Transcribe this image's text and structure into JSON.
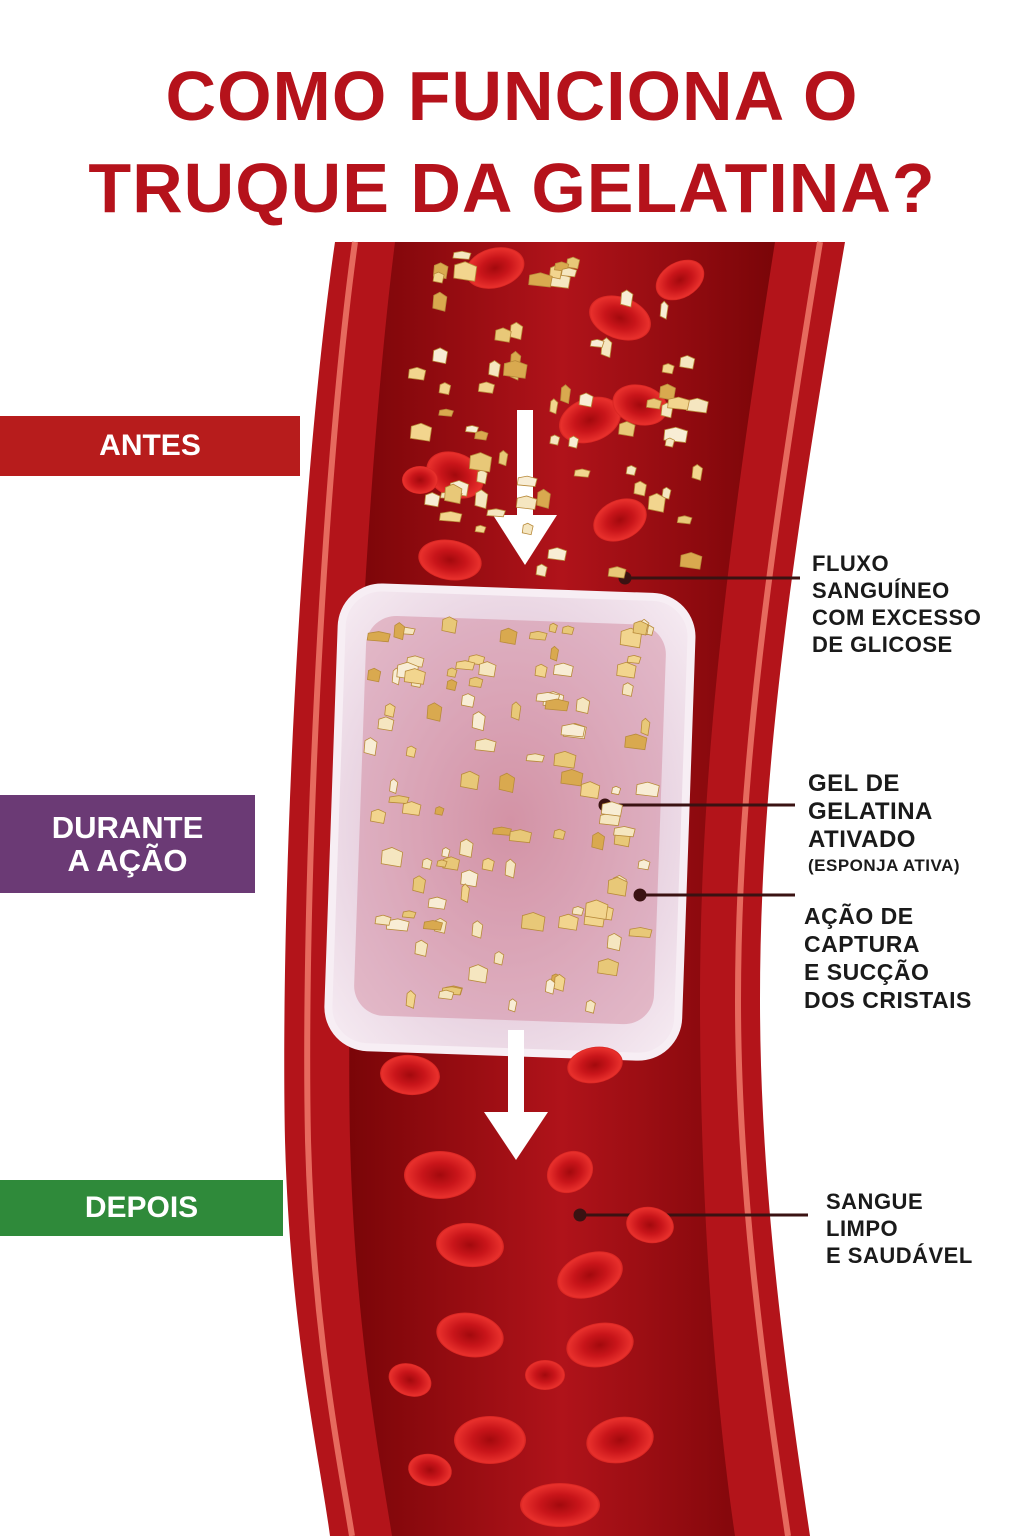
{
  "title": {
    "line1": "COMO FUNCIONA O",
    "line2": "TRUQUE DA GELATINA?"
  },
  "stages": {
    "before": "ANTES",
    "during_line1": "DURANTE",
    "during_line2": "A AÇÃO",
    "after": "DEPOIS"
  },
  "annotations": {
    "flow": [
      "FLUXO",
      "SANGUÍNEO",
      "COM EXCESSO",
      "DE GLICOSE"
    ],
    "gel": [
      "GEL DE",
      "GELATINA",
      "ATIVADO"
    ],
    "gel_note": "(ESPONJA ATIVA)",
    "capture": [
      "AÇÃO DE",
      "CAPTURA",
      "E SUCÇÃO",
      "DOS CRISTAIS"
    ],
    "clean": [
      "SANGUE",
      "LIMPO",
      "E SAUDÁVEL"
    ]
  },
  "colors": {
    "title": "#b5121b",
    "before_band": "#b71c1c",
    "during_band": "#6b3a75",
    "after_band": "#2f8a3a",
    "vessel_wall": "#c0161c",
    "blood_cell": "#d41f20",
    "glucose_crystal": "#e8c878",
    "gelatin": "#e6cfe0"
  }
}
